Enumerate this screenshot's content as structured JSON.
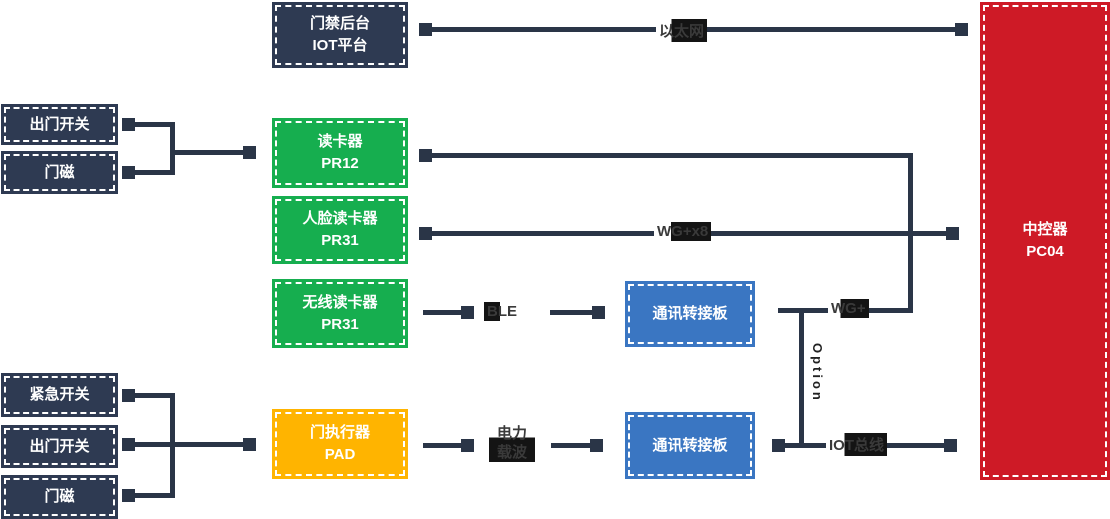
{
  "colors": {
    "node_dark": "#2E3A52",
    "node_green": "#16AE4F",
    "node_blue": "#3A76C2",
    "node_orange": "#FFB400",
    "node_red": "#CE1A26",
    "line": "#2A3547"
  },
  "boxes": {
    "iot_platform": {
      "line1": "门禁后台",
      "line2": "IOT平台"
    },
    "exit_switch_top": {
      "line1": "出门开关"
    },
    "door_magnet_top": {
      "line1": "门磁"
    },
    "card_reader": {
      "line1": "读卡器",
      "line2": "PR12"
    },
    "face_reader": {
      "line1": "人脸读卡器",
      "line2": "PR31"
    },
    "wireless_reader": {
      "line1": "无线读卡器",
      "line2": "PR31"
    },
    "emergency_switch": {
      "line1": "紧急开关"
    },
    "exit_switch_bottom": {
      "line1": "出门开关"
    },
    "door_magnet_bottom": {
      "line1": "门磁"
    },
    "door_actuator": {
      "line1": "门执行器",
      "line2": "PAD"
    },
    "comm_board_top": {
      "line1": "通讯转接板"
    },
    "comm_board_bottom": {
      "line1": "通讯转接板"
    },
    "central_controller": {
      "line1": "中控器",
      "line2": "PC04"
    }
  },
  "links": {
    "ethernet": "以太网",
    "wg_x8": "WG+x8",
    "ble": "BLE",
    "wg": "WG+",
    "option": "Option",
    "iot_bus": "IOT总线",
    "power_carrier_line1": "电力",
    "power_carrier_line2": "载波"
  }
}
